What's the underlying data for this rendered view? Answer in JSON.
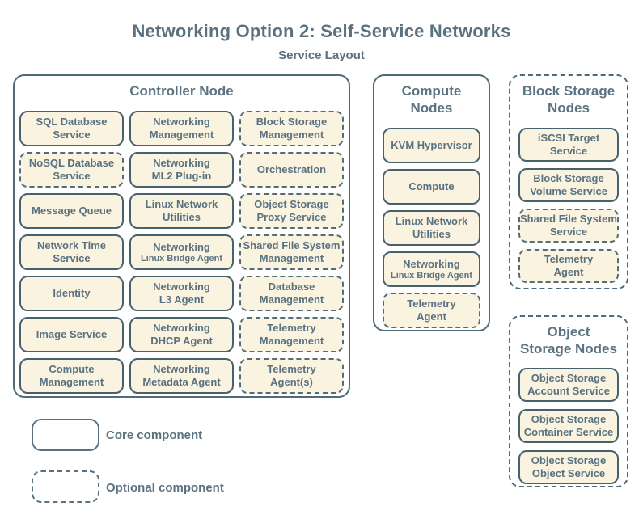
{
  "title": "Networking Option 2: Self-Service Networks",
  "subtitle": "Service Layout",
  "colors": {
    "background": "#ffffff",
    "box_fill": "#f9f3e0",
    "box_border": "#47626d",
    "container_border": "#4f6b79",
    "text": "#5a7280"
  },
  "nodes": {
    "controller": {
      "heading": "Controller Node",
      "services": [
        {
          "label": "SQL Database\nService",
          "type": "core"
        },
        {
          "label": "Networking\nManagement",
          "type": "core"
        },
        {
          "label": "Block Storage\nManagement",
          "type": "optional"
        },
        {
          "label": "NoSQL Database\nService",
          "type": "optional"
        },
        {
          "label": "Networking\nML2 Plug-in",
          "type": "core"
        },
        {
          "label": "Orchestration",
          "type": "optional"
        },
        {
          "label": "Message Queue",
          "type": "core"
        },
        {
          "label": "Linux Network\nUtilities",
          "type": "core"
        },
        {
          "label": "Object Storage\nProxy Service",
          "type": "optional"
        },
        {
          "label": "Network Time\nService",
          "type": "core"
        },
        {
          "label": "Networking",
          "sublabel": "Linux Bridge Agent",
          "type": "core"
        },
        {
          "label": "Shared File System\nManagement",
          "type": "optional"
        },
        {
          "label": "Identity",
          "type": "core"
        },
        {
          "label": "Networking\nL3 Agent",
          "type": "core"
        },
        {
          "label": "Database\nManagement",
          "type": "optional"
        },
        {
          "label": "Image Service",
          "type": "core"
        },
        {
          "label": "Networking\nDHCP Agent",
          "type": "core"
        },
        {
          "label": "Telemetry\nManagement",
          "type": "optional"
        },
        {
          "label": "Compute\nManagement",
          "type": "core"
        },
        {
          "label": "Networking\nMetadata Agent",
          "type": "core"
        },
        {
          "label": "Telemetry\nAgent(s)",
          "type": "optional"
        }
      ]
    },
    "compute": {
      "heading": "Compute\nNodes",
      "services": [
        {
          "label": "KVM Hypervisor",
          "type": "core"
        },
        {
          "label": "Compute",
          "type": "core"
        },
        {
          "label": "Linux Network\nUtilities",
          "type": "core"
        },
        {
          "label": "Networking",
          "sublabel": "Linux Bridge Agent",
          "type": "core"
        },
        {
          "label": "Telemetry\nAgent",
          "type": "optional"
        }
      ]
    },
    "block_storage": {
      "heading": "Block Storage\nNodes",
      "services": [
        {
          "label": "iSCSI Target\nService",
          "type": "core"
        },
        {
          "label": "Block Storage\nVolume Service",
          "type": "core"
        },
        {
          "label": "Shared File System\nService",
          "type": "optional"
        },
        {
          "label": "Telemetry\nAgent",
          "type": "optional"
        }
      ]
    },
    "object_storage": {
      "heading": "Object\nStorage Nodes",
      "services": [
        {
          "label": "Object Storage\nAccount Service",
          "type": "core"
        },
        {
          "label": "Object Storage\nContainer Service",
          "type": "core"
        },
        {
          "label": "Object Storage\nObject Service",
          "type": "core"
        }
      ]
    }
  },
  "legend": [
    {
      "label": "Core component",
      "type": "core"
    },
    {
      "label": "Optional component",
      "type": "optional"
    }
  ]
}
